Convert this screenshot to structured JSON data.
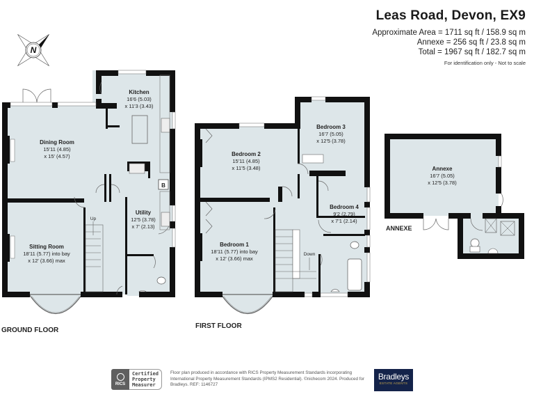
{
  "header": {
    "title": "Leas Road, Devon, EX9",
    "approx_area": "Approximate Area = 1711 sq ft / 158.9 sq m",
    "annexe_area": "Annexe = 256 sq ft / 23.8 sq m",
    "total_area": "Total = 1967 sq ft / 182.7 sq m",
    "disclaimer": "For identification only - Not to scale"
  },
  "compass": {
    "icon": "north-compass-icon",
    "letter": "N"
  },
  "colors": {
    "wall": "#111111",
    "floor": "#dde6e9",
    "brand_bg": "#14234a",
    "brand_accent": "#c9a94b",
    "rics_grey": "#5f5f5f"
  },
  "floors": {
    "ground": {
      "label": "GROUND FLOOR",
      "rooms": [
        {
          "name": "Kitchen",
          "dim1": "16'6 (5.03)",
          "dim2": "x 11'3 (3.43)"
        },
        {
          "name": "Dining Room",
          "dim1": "15'11 (4.85)",
          "dim2": "x 15' (4.57)"
        },
        {
          "name": "Sitting Room",
          "dim1": "18'11 (5.77) into bay",
          "dim2": "x 12' (3.66) max"
        },
        {
          "name": "Utility",
          "dim1": "12'5 (3.78)",
          "dim2": "x 7' (2.13)"
        }
      ],
      "stairs_label": "Up",
      "boiler_label": "B"
    },
    "first": {
      "label": "FIRST FLOOR",
      "rooms": [
        {
          "name": "Bedroom 2",
          "dim1": "15'11 (4.85)",
          "dim2": "x 11'5 (3.48)"
        },
        {
          "name": "Bedroom 3",
          "dim1": "16'7 (5.05)",
          "dim2": "x 12'5 (3.78)"
        },
        {
          "name": "Bedroom 1",
          "dim1": "18'11 (5.77) into bay",
          "dim2": "x 12' (3.66) max"
        },
        {
          "name": "Bedroom 4",
          "dim1": "9'2 (2.79)",
          "dim2": "x 7'1 (2.14)"
        }
      ],
      "stairs_label": "Down"
    },
    "annexe": {
      "label": "ANNEXE",
      "rooms": [
        {
          "name": "Annexe",
          "dim1": "16'7 (5.05)",
          "dim2": "x 12'5 (3.78)"
        }
      ]
    }
  },
  "footer": {
    "rics_abbr": "RICS",
    "certified_line1": "Certified",
    "certified_line2": "Property",
    "certified_line3": "Measurer",
    "note": "Floor plan produced in accordance with RICS Property Measurement Standards incorporating International Property Measurement Standards (IPMS2 Residential). ©nichecom 2024. Produced for Bradleys. REF: 1146727",
    "brand_name": "Bradleys",
    "brand_tagline": "ESTATE AGENTS"
  }
}
